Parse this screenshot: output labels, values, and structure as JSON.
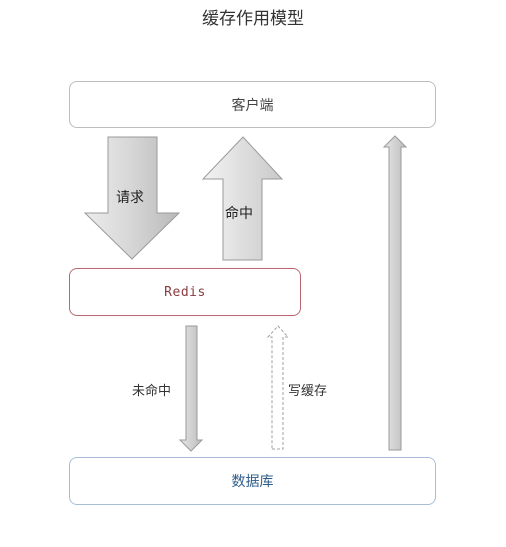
{
  "title": "缓存作用模型",
  "nodes": {
    "client": "客户端",
    "redis": "Redis",
    "database": "数据库"
  },
  "edges": {
    "request": "请求",
    "hit": "命中",
    "miss": "未命中",
    "write_cache": "写缓存"
  }
}
